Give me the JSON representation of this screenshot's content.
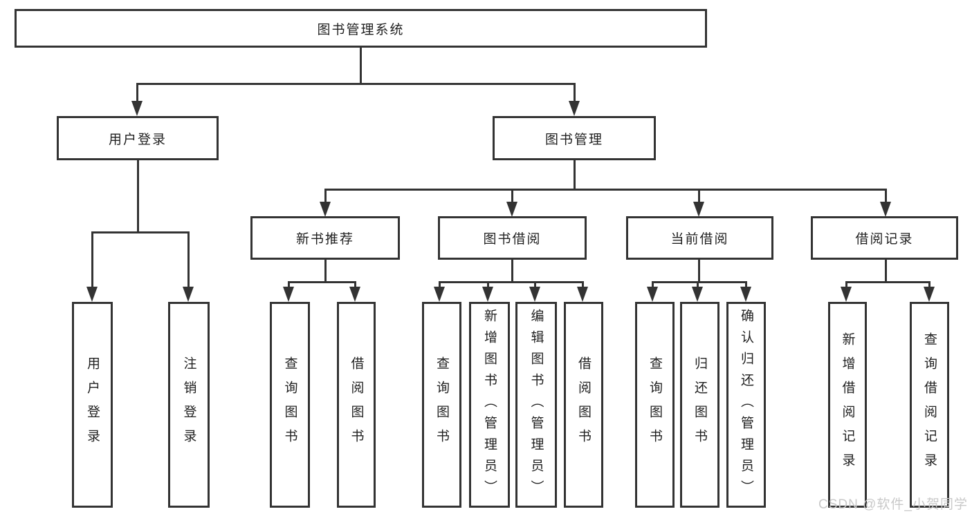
{
  "colors": {
    "line": "#333333",
    "text": "#1f1f1f",
    "background": "#ffffff",
    "watermark": "#c9c9c9"
  },
  "tree": {
    "root": "图书管理系统",
    "branches": [
      {
        "label": "用户登录",
        "children": [
          "用户登录",
          "注销登录"
        ]
      },
      {
        "label": "图书管理",
        "groups": [
          {
            "label": "新书推荐",
            "children": [
              "查询图书",
              "借阅图书"
            ]
          },
          {
            "label": "图书借阅",
            "children": [
              "查询图书",
              "新增图书（管理员）",
              "编辑图书（管理员）",
              "借阅图书"
            ]
          },
          {
            "label": "当前借阅",
            "children": [
              "查询图书",
              "归还图书",
              "确认归还（管理员）"
            ]
          },
          {
            "label": "借阅记录",
            "children": [
              "新增借阅记录",
              "查询借阅记录"
            ]
          }
        ]
      }
    ]
  },
  "watermark": "CSDN @软件_小贺同学"
}
